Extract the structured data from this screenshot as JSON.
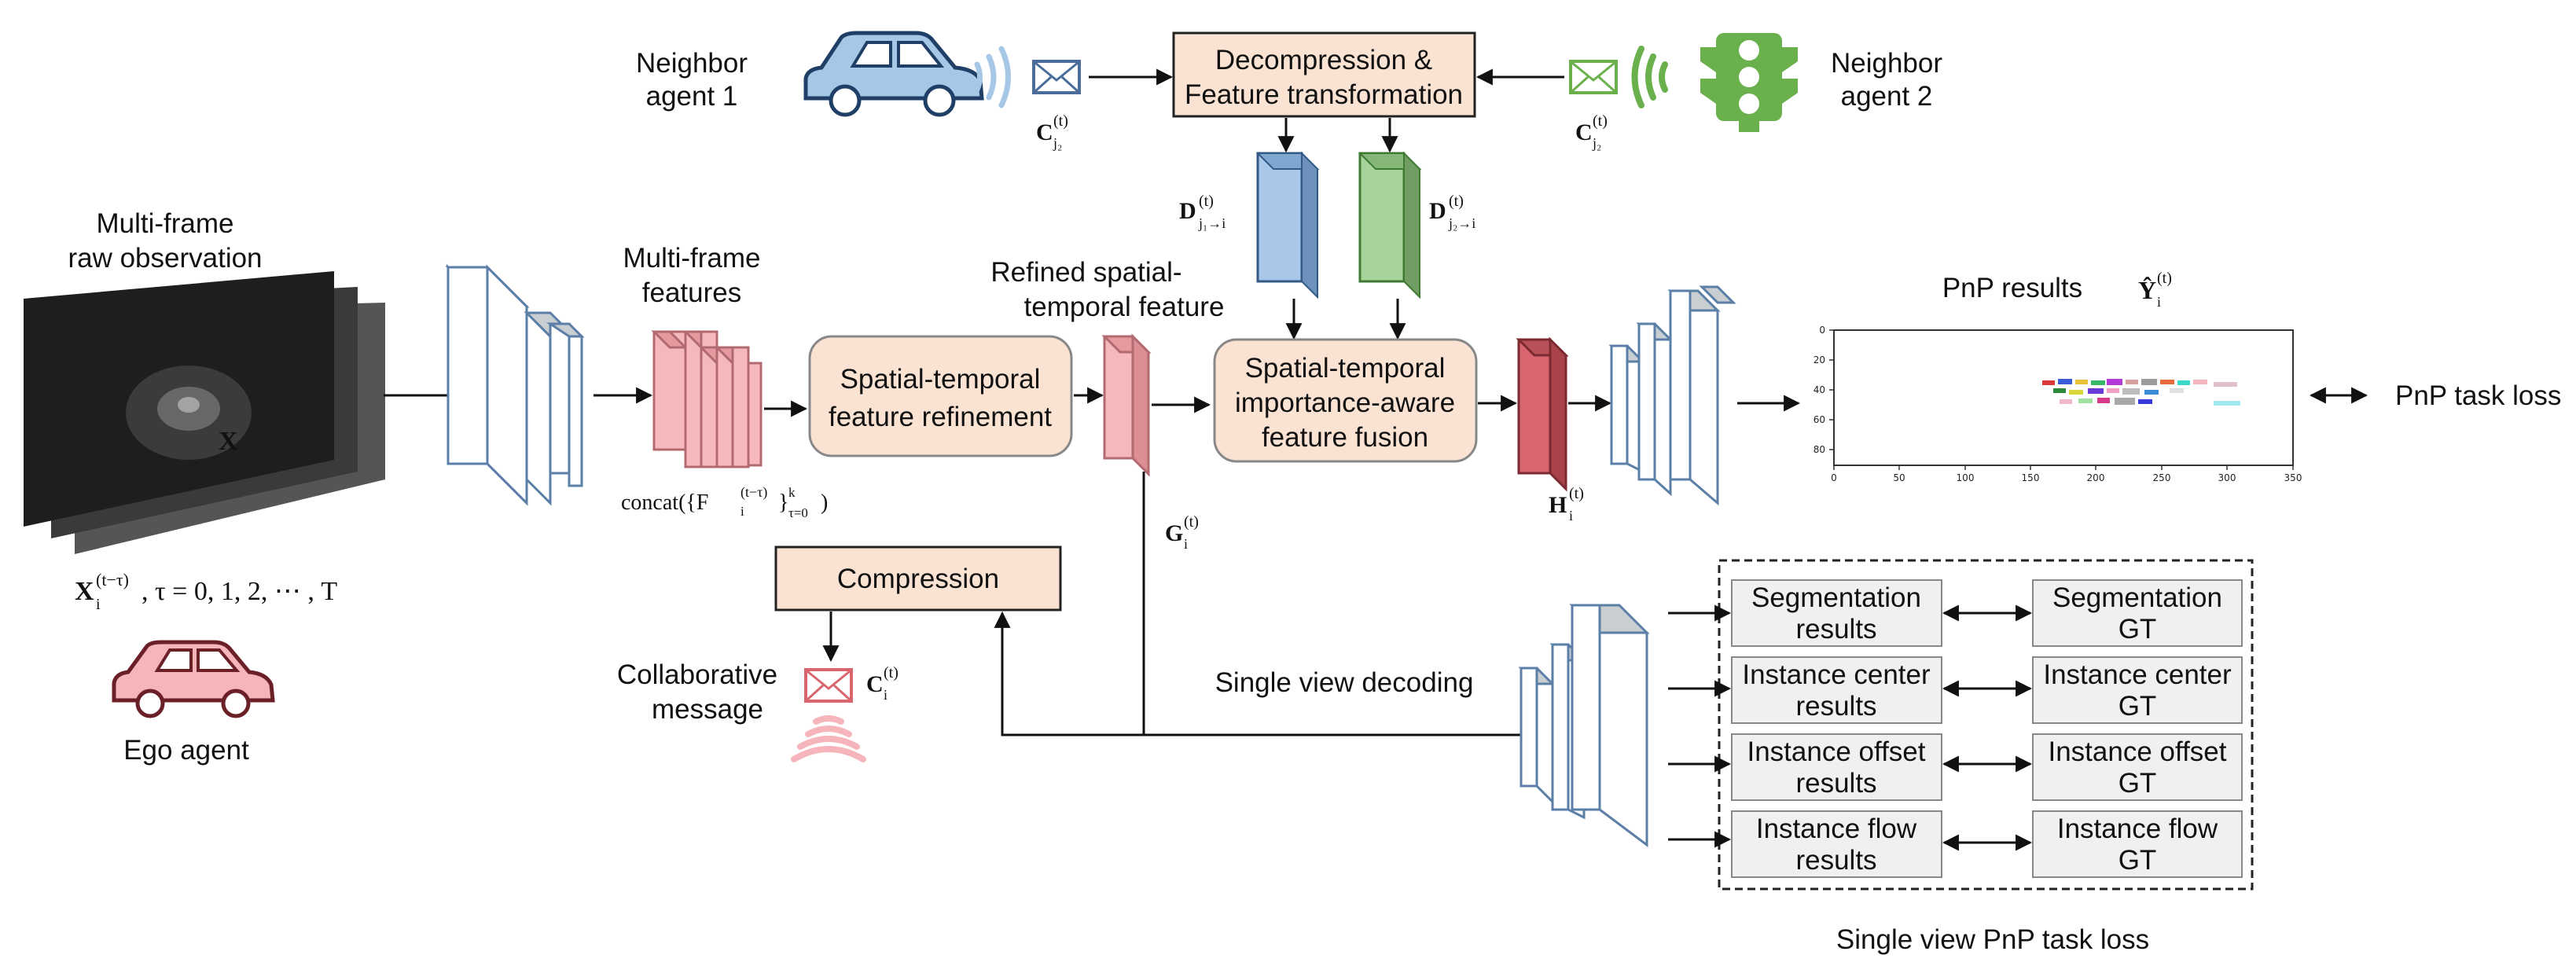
{
  "colors": {
    "peach_box": "#fbe3d4",
    "peach_border": "#555555",
    "pink_feature": "#f5b9bd",
    "blue_feature": "#a9c7e8",
    "green_feature": "#a8d49a",
    "red_feature": "#d9666f",
    "gray_box": "#f0f0f0",
    "car_blue": "#a7c7e7",
    "car_pink": "#f5b5bb",
    "signal_green": "#6ab04c"
  },
  "icons": {
    "neighbor1": "car-icon",
    "neighbor2": "traffic-light-icon",
    "ego": "car-icon",
    "message": "envelope-icon",
    "signal": "wireless-signal-icon"
  },
  "labels": {
    "neighbor1": [
      "Neighbor",
      "agent 1"
    ],
    "neighbor2": [
      "Neighbor",
      "agent 2"
    ],
    "multi_frame_raw": [
      "Multi-frame",
      "raw observation"
    ],
    "multi_frame_features": [
      "Multi-frame",
      "features"
    ],
    "refined": [
      "Refined spatial-",
      "temporal feature"
    ],
    "ego_agent": "Ego agent",
    "collab_message": [
      "Collaborative",
      "message"
    ],
    "single_view_decoding": "Single view decoding",
    "pnp_results": "PnP results",
    "pnp_task_loss": "PnP task loss",
    "single_view_pnp_loss": "Single view PnP task loss"
  },
  "boxes": {
    "decompression": [
      "Decompression &",
      "Feature transformation"
    ],
    "st_refinement": [
      "Spatial-temporal",
      "feature refinement"
    ],
    "st_fusion": [
      "Spatial-temporal",
      "importance-aware",
      "feature fusion"
    ],
    "compression": "Compression"
  },
  "math": {
    "c_j2_left": "C",
    "c_j2_left_sub": "j₂",
    "c_j2_right": "C",
    "c_j2_right_sub": "j₂",
    "sup_t": "(t)",
    "d_j1": "D",
    "d_j1_sub": "j₁→i",
    "d_j2": "D",
    "d_j2_sub": "j₂→i",
    "g_i": "G",
    "h_i": "H",
    "y_hat": "Ŷ",
    "c_i": "C",
    "sub_i": "i",
    "x_input": "X",
    "x_sup": "(t−τ)",
    "x_rest": ", τ = 0, 1, 2, ⋯ , T",
    "concat": "concat({F",
    "concat_sup": "(t−τ)",
    "concat_tail": "}",
    "concat_range_sup": "k",
    "concat_range_sub": "τ=0",
    "concat_close": ")"
  },
  "results": [
    {
      "left": [
        "Segmentation",
        "results"
      ],
      "right": [
        "Segmentation",
        "GT"
      ]
    },
    {
      "left": [
        "Instance center",
        "results"
      ],
      "right": [
        "Instance center",
        "GT"
      ]
    },
    {
      "left": [
        "Instance offset",
        "results"
      ],
      "right": [
        "Instance offset",
        "GT"
      ]
    },
    {
      "left": [
        "Instance flow",
        "results"
      ],
      "right": [
        "Instance flow",
        "GT"
      ]
    }
  ],
  "plot": {
    "x_ticks": [
      "0",
      "50",
      "100",
      "150",
      "200",
      "250",
      "300",
      "350"
    ],
    "y_ticks": [
      "0",
      "20",
      "40",
      "60",
      "80"
    ]
  }
}
